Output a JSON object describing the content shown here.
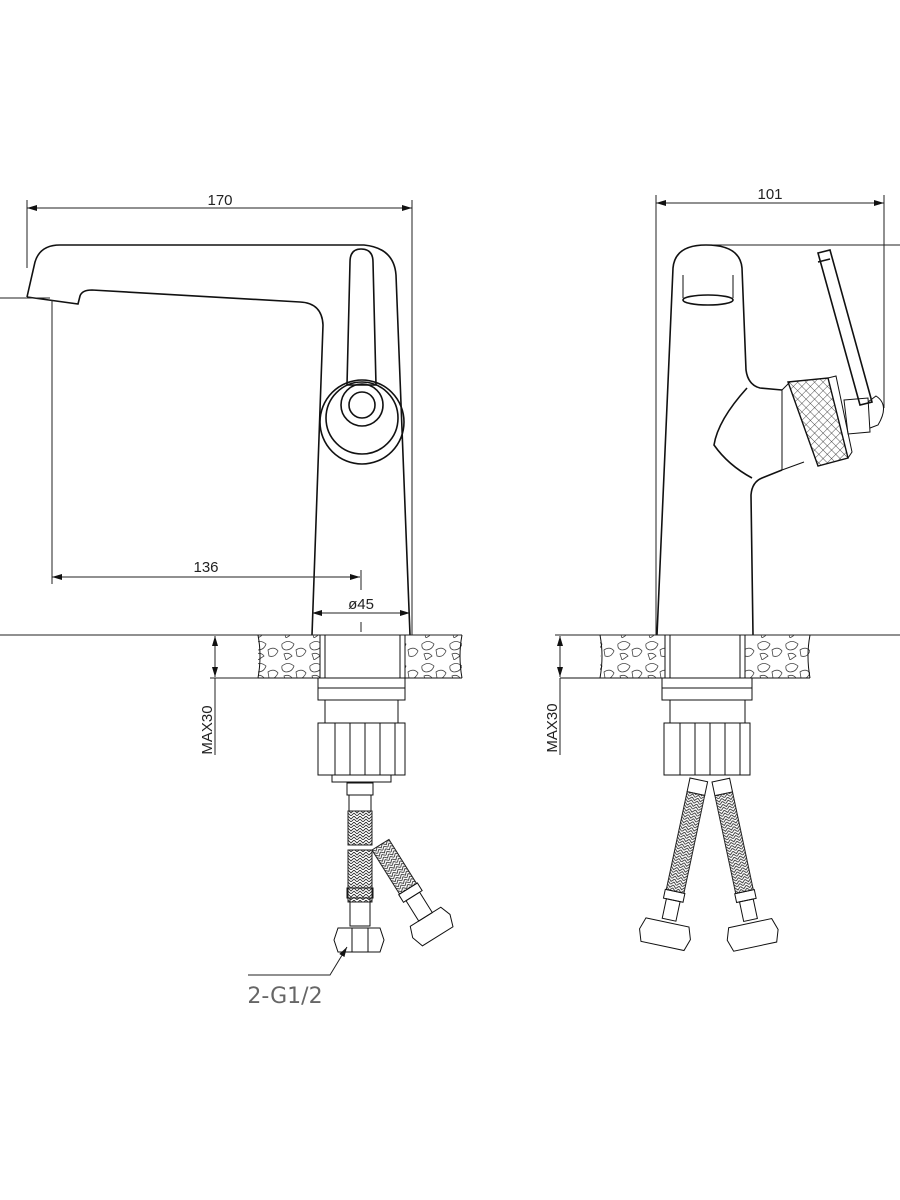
{
  "front_view": {
    "dim_total_width": "170",
    "dim_spout_reach": "136",
    "dim_base_diameter": "ø45",
    "dim_max_thickness": "MAX30",
    "connection_label": "2-G1/2"
  },
  "side_view": {
    "dim_depth": "101",
    "dim_max_thickness": "MAX30"
  }
}
